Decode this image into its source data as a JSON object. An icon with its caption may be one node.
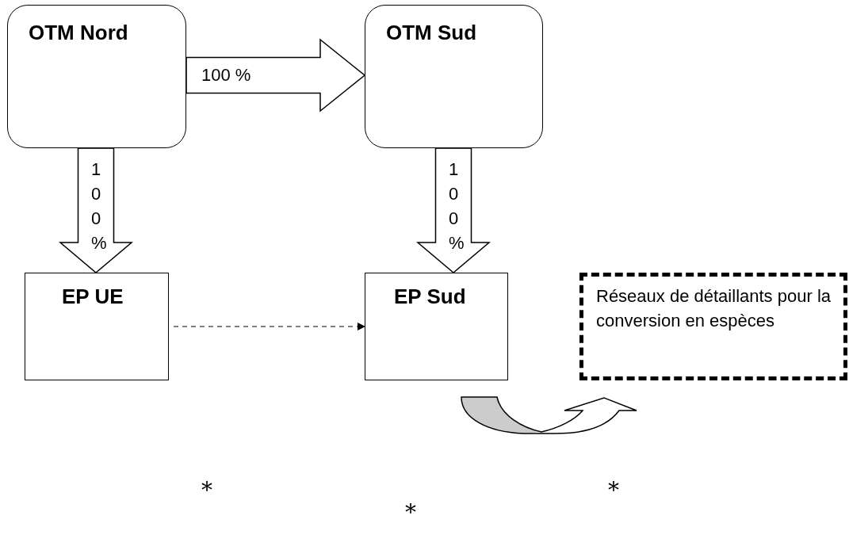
{
  "diagram": {
    "nodes": [
      {
        "text": [
          "OTM Nord"
        ]
      },
      {
        "text": [
          "OTM Sud"
        ]
      },
      {
        "text": [
          "EP UE"
        ]
      },
      {
        "text": [
          "EP Sud"
        ]
      },
      {
        "text": [
          "Réseaux de détaillants pour la conversion en espèces"
        ]
      }
    ],
    "edges": [
      {
        "from": 0,
        "to": 1,
        "arrow": "to",
        "label": "100 %"
      },
      {
        "from": 0,
        "to": 2,
        "arrow": "to",
        "label": "100 %"
      },
      {
        "from": 1,
        "to": 3,
        "arrow": "to",
        "label": "100 %"
      },
      {
        "from": 2,
        "to": 3,
        "arrow": "to",
        "style": "dashed"
      },
      {
        "from": 3,
        "to": 4,
        "arrow": "to"
      }
    ],
    "labels": [
      "*",
      "*",
      "*"
    ]
  }
}
